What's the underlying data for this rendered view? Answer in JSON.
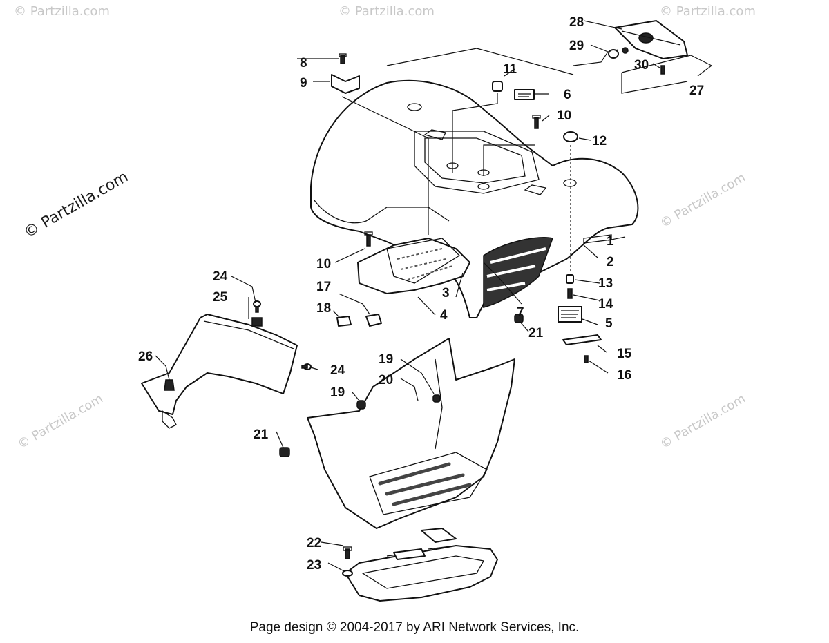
{
  "watermarks": {
    "main": "© Partzilla.com",
    "tile": "© Partzilla.com"
  },
  "callouts": [
    "1",
    "2",
    "3",
    "4",
    "5",
    "6",
    "7",
    "8",
    "9",
    "10",
    "10",
    "11",
    "12",
    "13",
    "14",
    "15",
    "16",
    "17",
    "18",
    "19",
    "19",
    "20",
    "21",
    "21",
    "22",
    "23",
    "24",
    "24",
    "25",
    "26",
    "27",
    "28",
    "29",
    "30"
  ],
  "footer": "Page design © 2004-2017 by ARI Network Services, Inc."
}
